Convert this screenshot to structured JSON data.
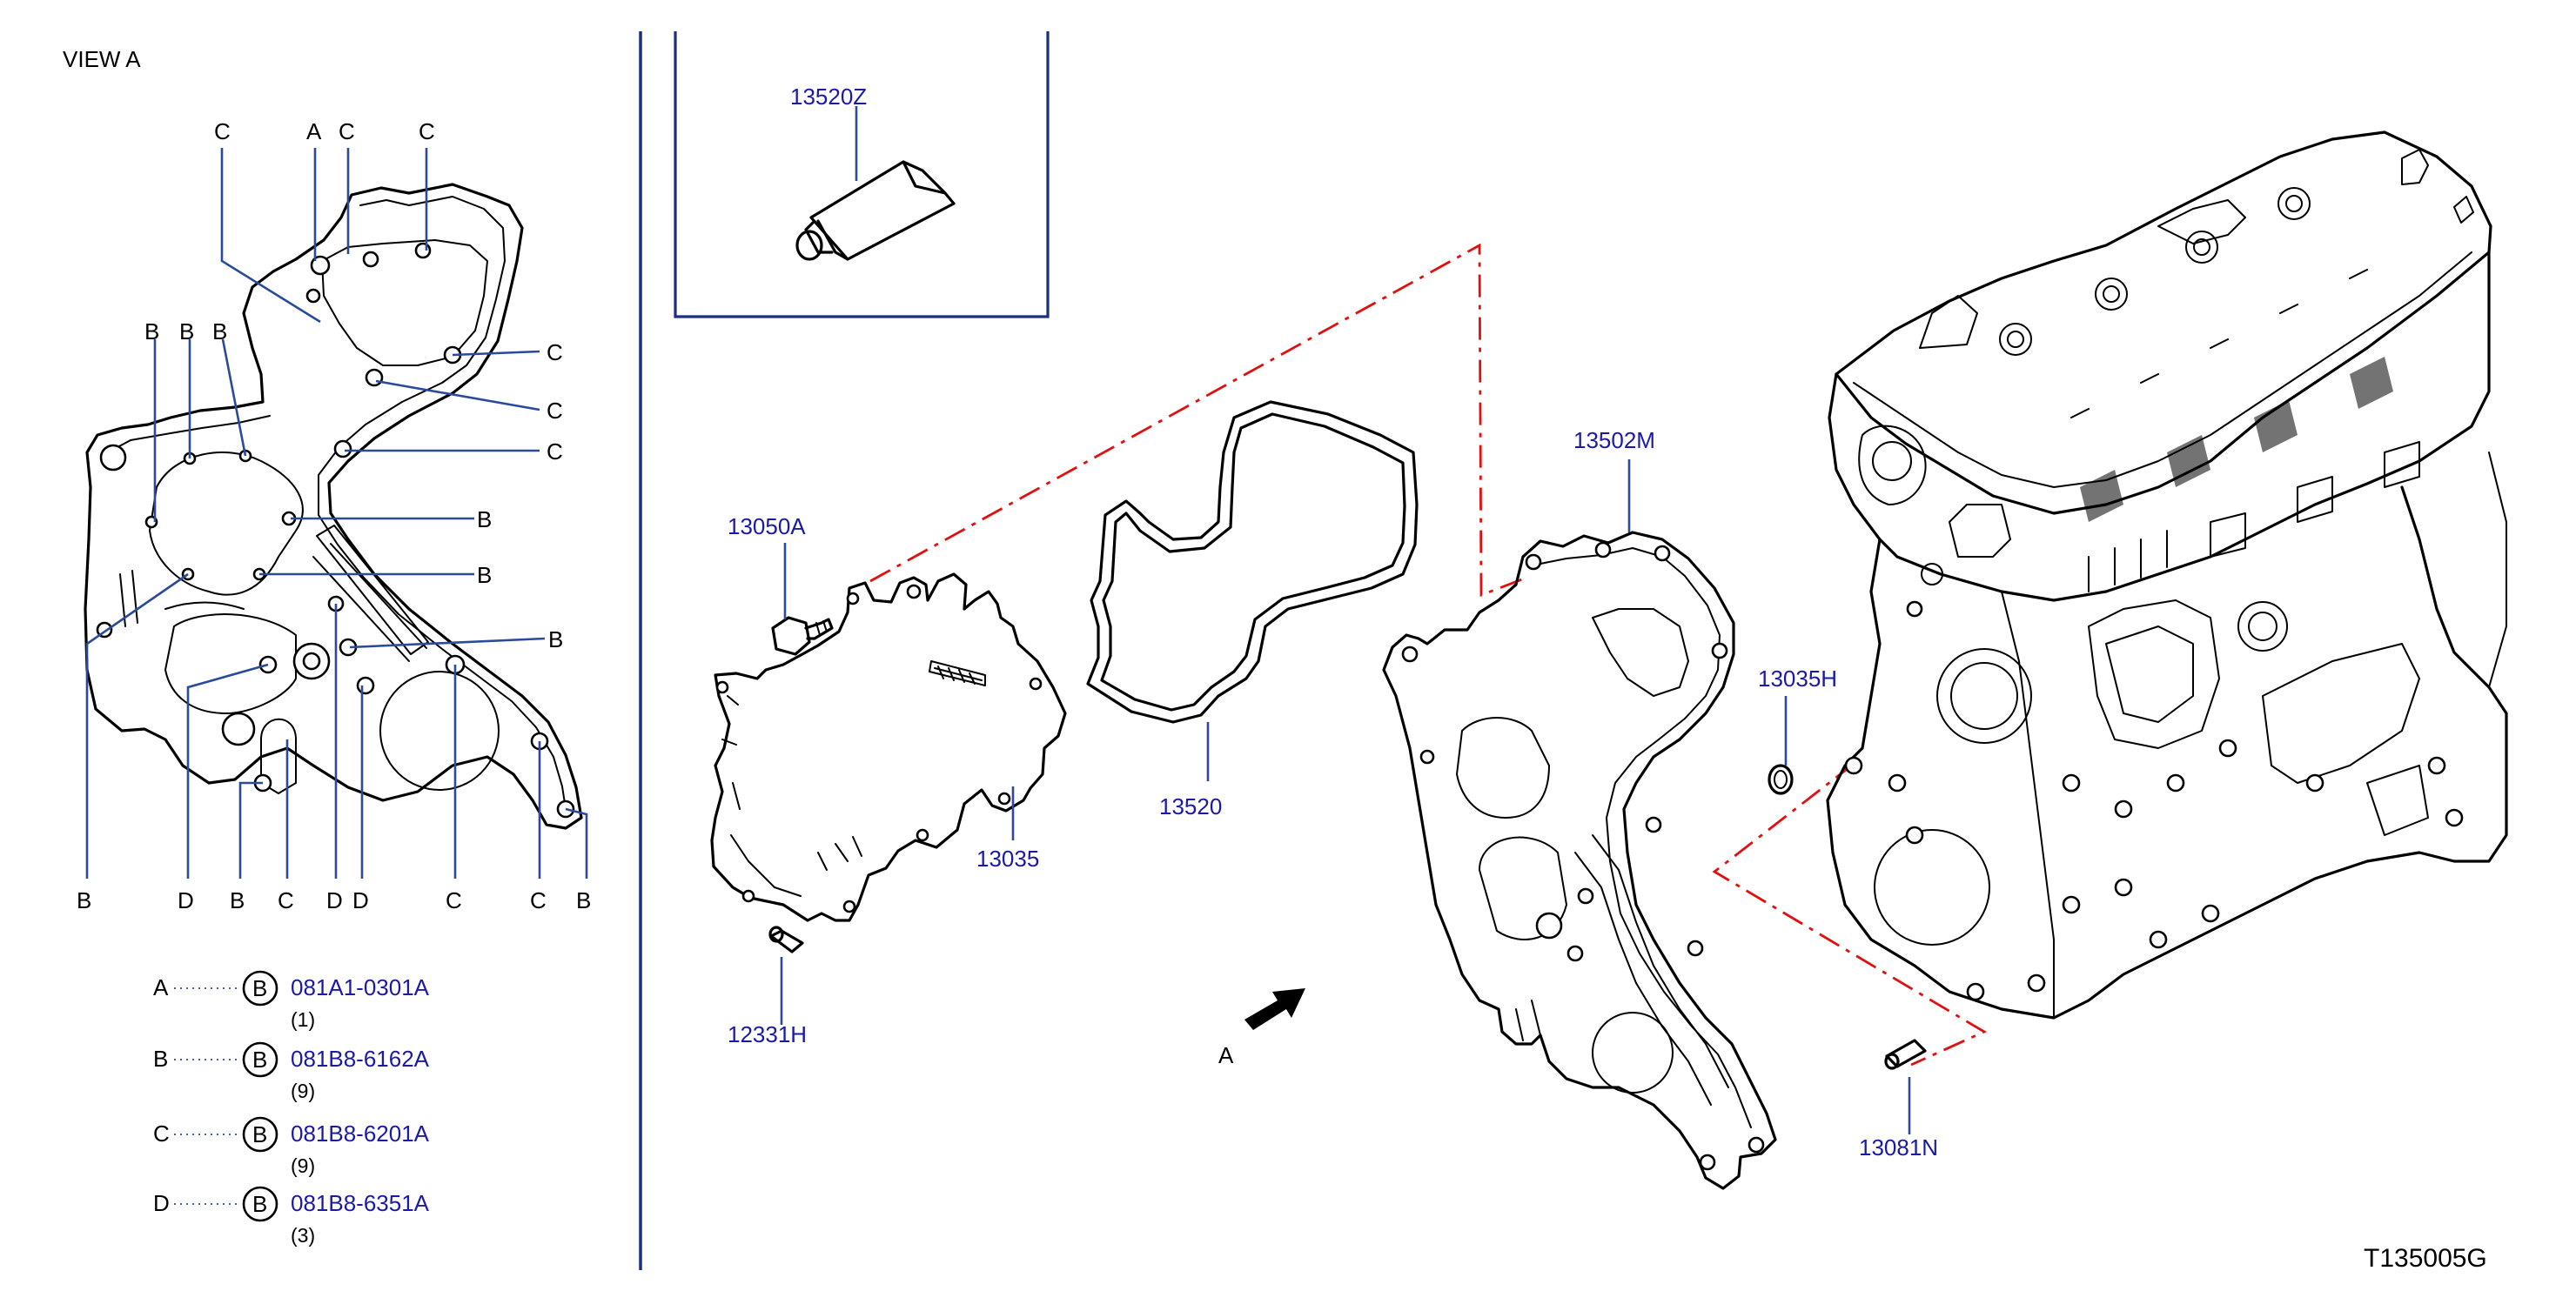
{
  "view_title": "VIEW   A",
  "drawing_id": "T135005G",
  "arrow_label": "A",
  "letters": {
    "a": "A",
    "b": "B",
    "c": "C",
    "d": "D"
  },
  "legend": [
    {
      "letter": "A",
      "circle": "B",
      "part": "081A1-0301A",
      "qty": "(1)"
    },
    {
      "letter": "B",
      "circle": "B",
      "part": "081B8-6162A",
      "qty": "(9)"
    },
    {
      "letter": "C",
      "circle": "B",
      "part": "081B8-6201A",
      "qty": "(9)"
    },
    {
      "letter": "D",
      "circle": "B",
      "part": "081B8-6351A",
      "qty": "(3)"
    }
  ],
  "parts": {
    "p13520Z": "13520Z",
    "p13050A": "13050A",
    "p13035": "13035",
    "p12331H": "12331H",
    "p13520": "13520",
    "p13502M": "13502M",
    "p13035H": "13035H",
    "p13081N": "13081N"
  },
  "colors": {
    "part_number": "#1a1aa6",
    "leader": "#2a4a9a",
    "mating_line": "#e01010",
    "line": "#000000"
  }
}
